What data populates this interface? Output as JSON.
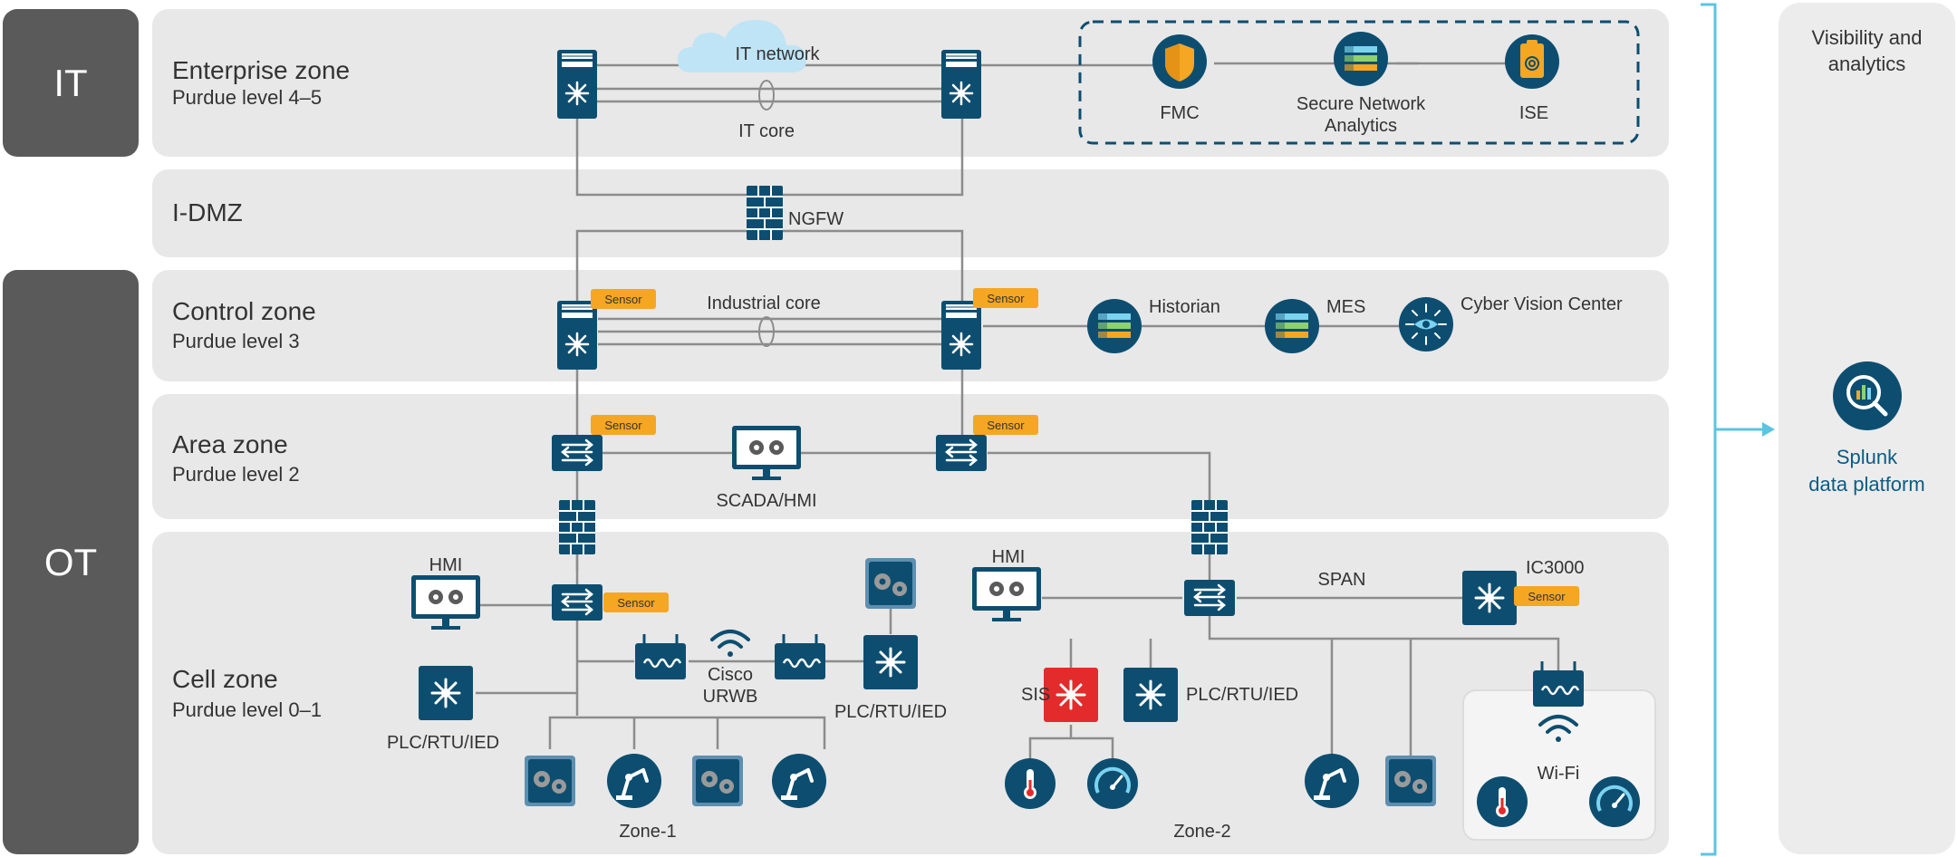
{
  "sidebar": {
    "it": "IT",
    "ot": "OT"
  },
  "zones": {
    "enterprise": {
      "title": "Enterprise zone",
      "sub": "Purdue level 4–5"
    },
    "idmz": {
      "title": "I-DMZ"
    },
    "control": {
      "title": "Control zone",
      "sub": "Purdue level 3"
    },
    "area": {
      "title": "Area zone",
      "sub": "Purdue level 2"
    },
    "cell": {
      "title": "Cell zone",
      "sub": "Purdue level 0–1"
    }
  },
  "labels": {
    "it_network": "IT network",
    "it_core": "IT core",
    "fmc": "FMC",
    "sna": [
      "Secure Network",
      "Analytics"
    ],
    "ise": "ISE",
    "ngfw": "NGFW",
    "industrial_core": "Industrial core",
    "historian": "Historian",
    "mes": "MES",
    "cvc": "Cyber Vision Center",
    "sensor": "Sensor",
    "scada": "SCADA/HMI",
    "hmi": "HMI",
    "plc": "PLC/RTU/IED",
    "cisco_urwb": [
      "Cisco",
      "URWB"
    ],
    "sis": "SIS",
    "span": "SPAN",
    "ic3000": "IC3000",
    "wifi": "Wi-Fi",
    "zone1": "Zone-1",
    "zone2": "Zone-2"
  },
  "right_panel": {
    "title": [
      "Visibility and",
      "analytics"
    ],
    "splunk": [
      "Splunk",
      "data platform"
    ]
  },
  "colors": {
    "navy": "#0d4e70",
    "sensor": "#f5a623",
    "sis_red": "#e32b2b",
    "line": "#8c8c8c",
    "cloud": "#bfe4f5",
    "accent_cyan": "#5bc4e1"
  }
}
